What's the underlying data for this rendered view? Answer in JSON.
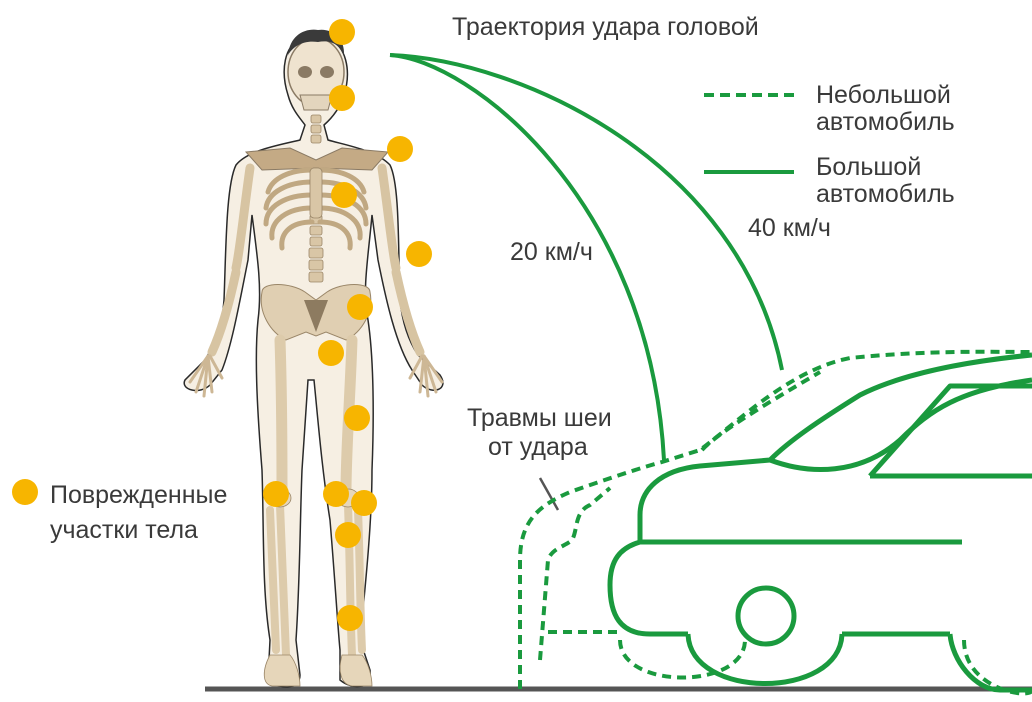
{
  "title": "Траектория удара головой",
  "legend": {
    "small_car_line1": "Небольшой",
    "small_car_line2": "автомобиль",
    "big_car_line1": "Большой",
    "big_car_line2": "автомобиль"
  },
  "speeds": {
    "small": "20 км/ч",
    "big": "40 км/ч"
  },
  "neck_injury": {
    "line1": "Травмы шеи",
    "line2": "от удара"
  },
  "injury_legend": {
    "line1": "Поврежденные",
    "line2": "участки тела"
  },
  "colors": {
    "car_green": "#1a9a3e",
    "injury_dot": "#f7b500",
    "bone": "#efe3cf",
    "bone_shade": "#c9b08c",
    "ground": "#555555",
    "text": "#3a3a3a"
  }
}
